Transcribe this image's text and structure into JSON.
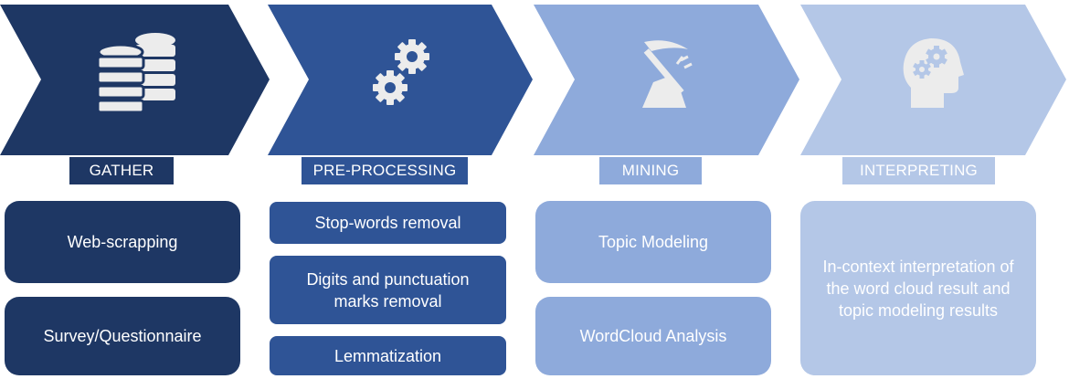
{
  "colors": {
    "gather": "#1e3764",
    "preprocessing": "#2f5496",
    "mining": "#8eaadb",
    "interpreting": "#b4c7e7",
    "icon": "#ececec"
  },
  "stages": [
    {
      "label": "GATHER",
      "icon": "database-icon",
      "items": [
        "Web-scrapping",
        "Survey/Questionnaire"
      ]
    },
    {
      "label": "PRE-PROCESSING",
      "icon": "gears-icon",
      "items": [
        "Stop-words removal",
        "Digits and punctuation marks removal",
        "Lemmatization"
      ]
    },
    {
      "label": "MINING",
      "icon": "pickaxe-icon",
      "items": [
        "Topic Modeling",
        "WordCloud Analysis"
      ]
    },
    {
      "label": "INTERPRETING",
      "icon": "head-gears-icon",
      "items": [
        "In-context interpretation of the word cloud result and topic modeling results"
      ]
    }
  ]
}
